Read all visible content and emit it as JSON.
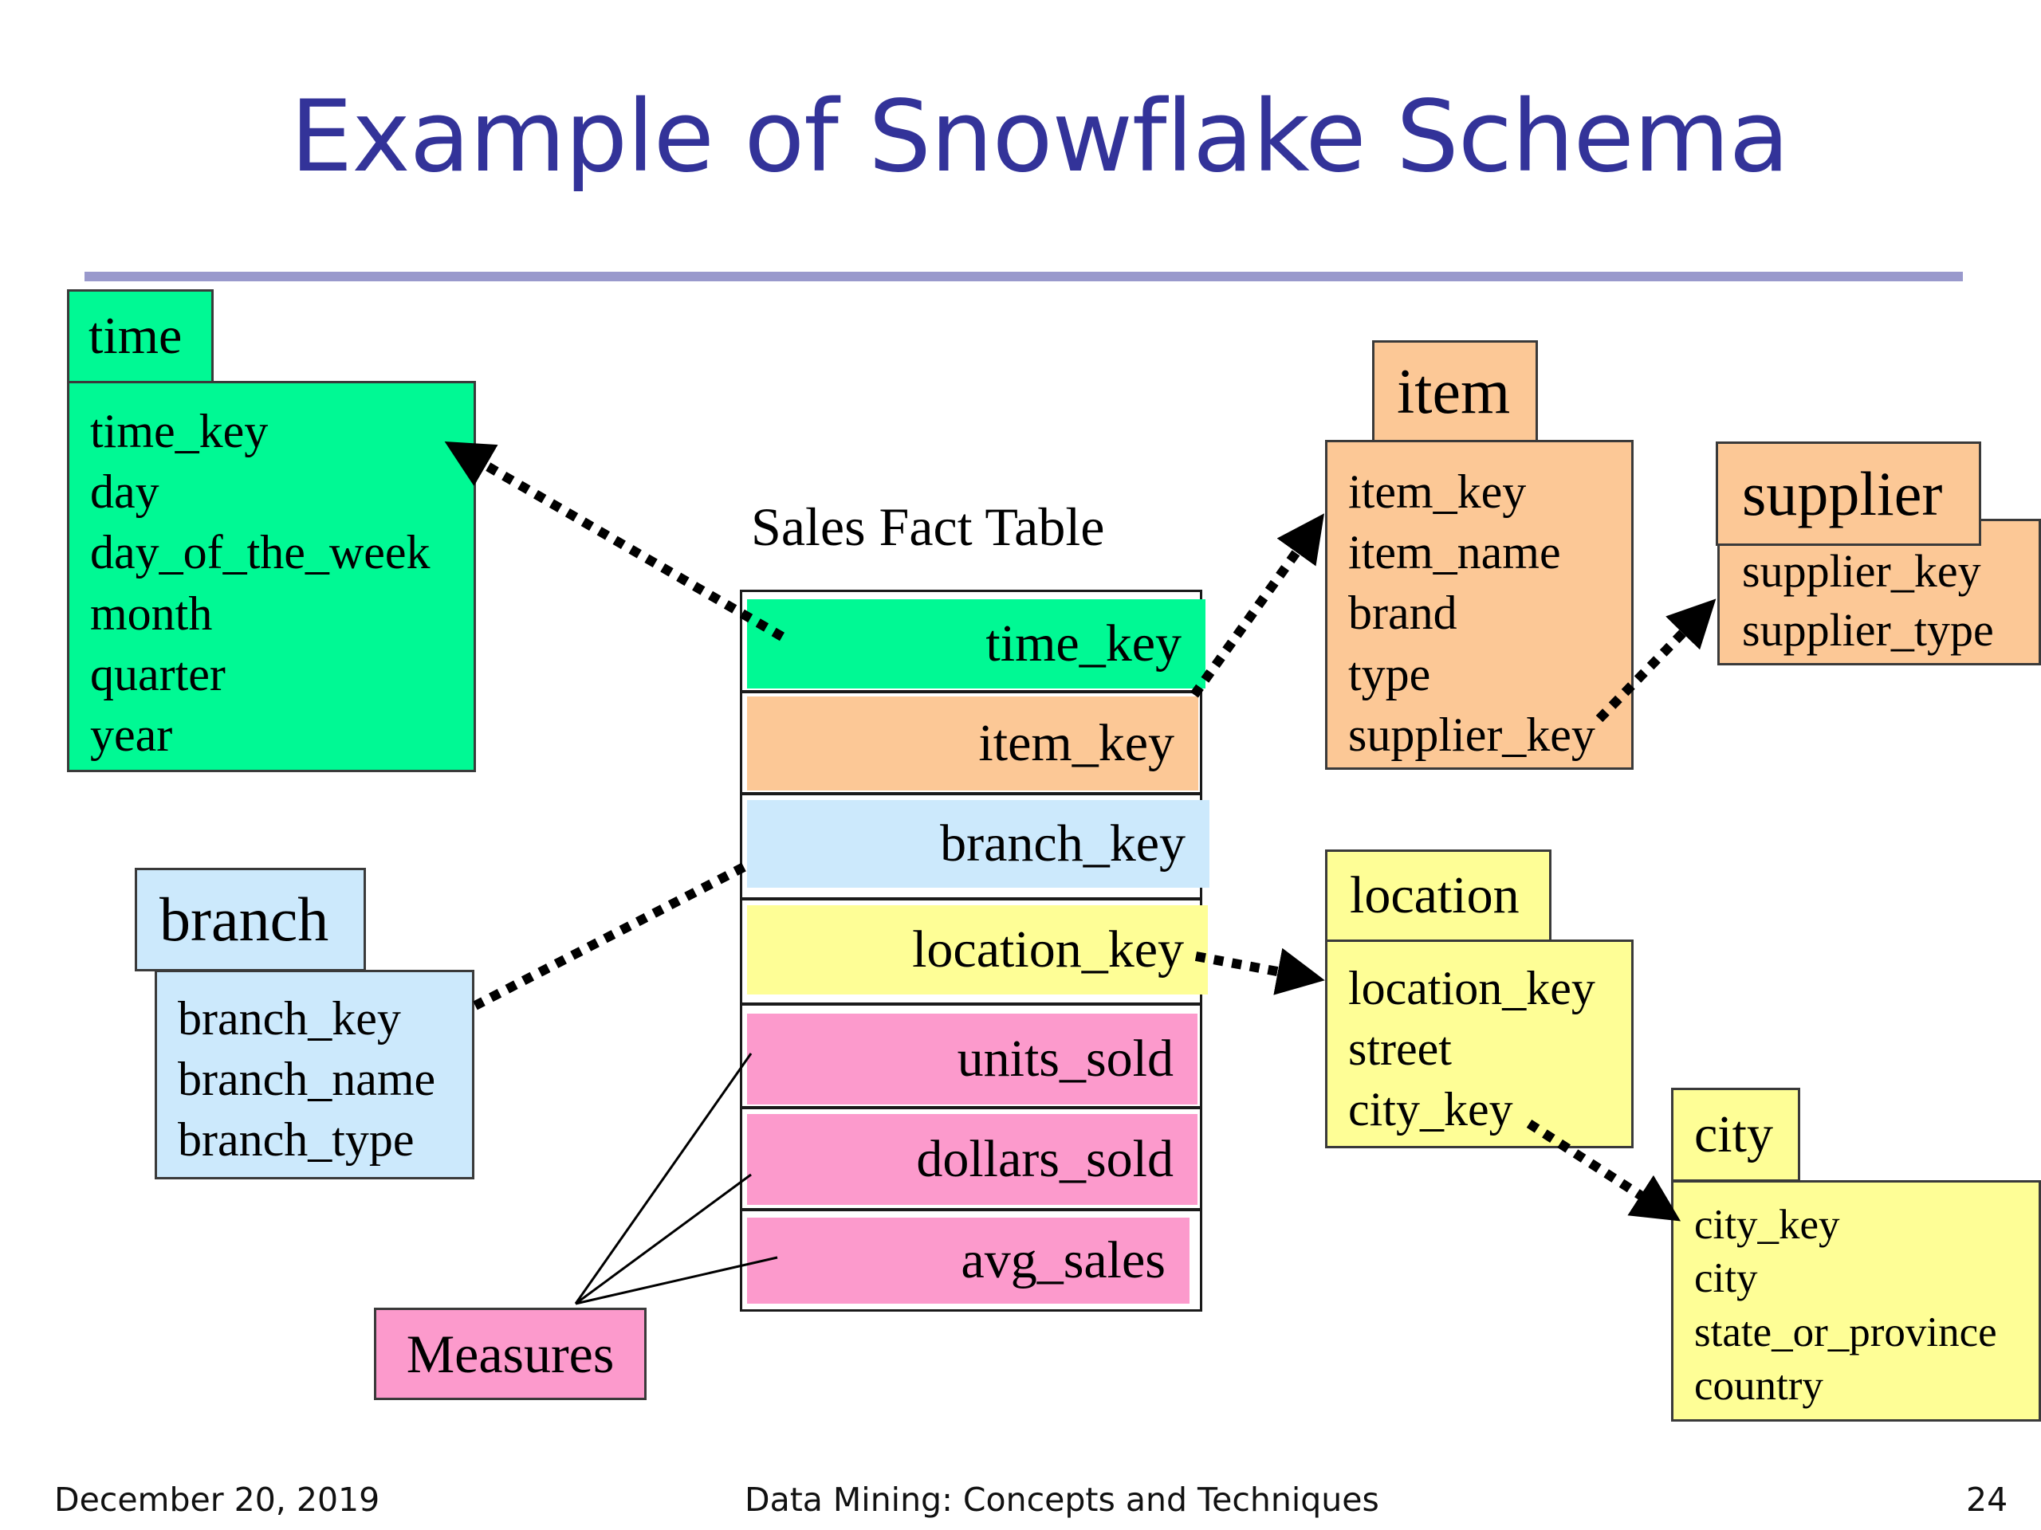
{
  "title": "Example of Snowflake Schema",
  "fact_table": {
    "label": "Sales Fact Table",
    "rows": [
      "time_key",
      "item_key",
      "branch_key",
      "location_key",
      "units_sold",
      "dollars_sold",
      "avg_sales"
    ]
  },
  "dimensions": {
    "time": {
      "name": "time",
      "fields": [
        "time_key",
        "day",
        "day_of_the_week",
        "month",
        "quarter",
        "year"
      ]
    },
    "item": {
      "name": "item",
      "fields": [
        "item_key",
        "item_name",
        "brand",
        "type",
        "supplier_key"
      ]
    },
    "supplier": {
      "name": "supplier",
      "fields": [
        "supplier_key",
        "supplier_type"
      ]
    },
    "branch": {
      "name": "branch",
      "fields": [
        "branch_key",
        "branch_name",
        "branch_type"
      ]
    },
    "location": {
      "name": "location",
      "fields": [
        "location_key",
        "street",
        "city_key"
      ]
    },
    "city": {
      "name": "city",
      "fields": [
        "city_key",
        "city",
        "state_or_province",
        "country"
      ]
    }
  },
  "measures_label": "Measures",
  "footer": {
    "date": "December 20, 2019",
    "course": "Data Mining: Concepts and Techniques",
    "page": "24"
  },
  "colors": {
    "title": "#333399",
    "rule": "#9999cc",
    "time": "#00f994",
    "item": "#fcc896",
    "branch": "#cce9fc",
    "location": "#fefe96",
    "measures": "#fc9acc"
  }
}
